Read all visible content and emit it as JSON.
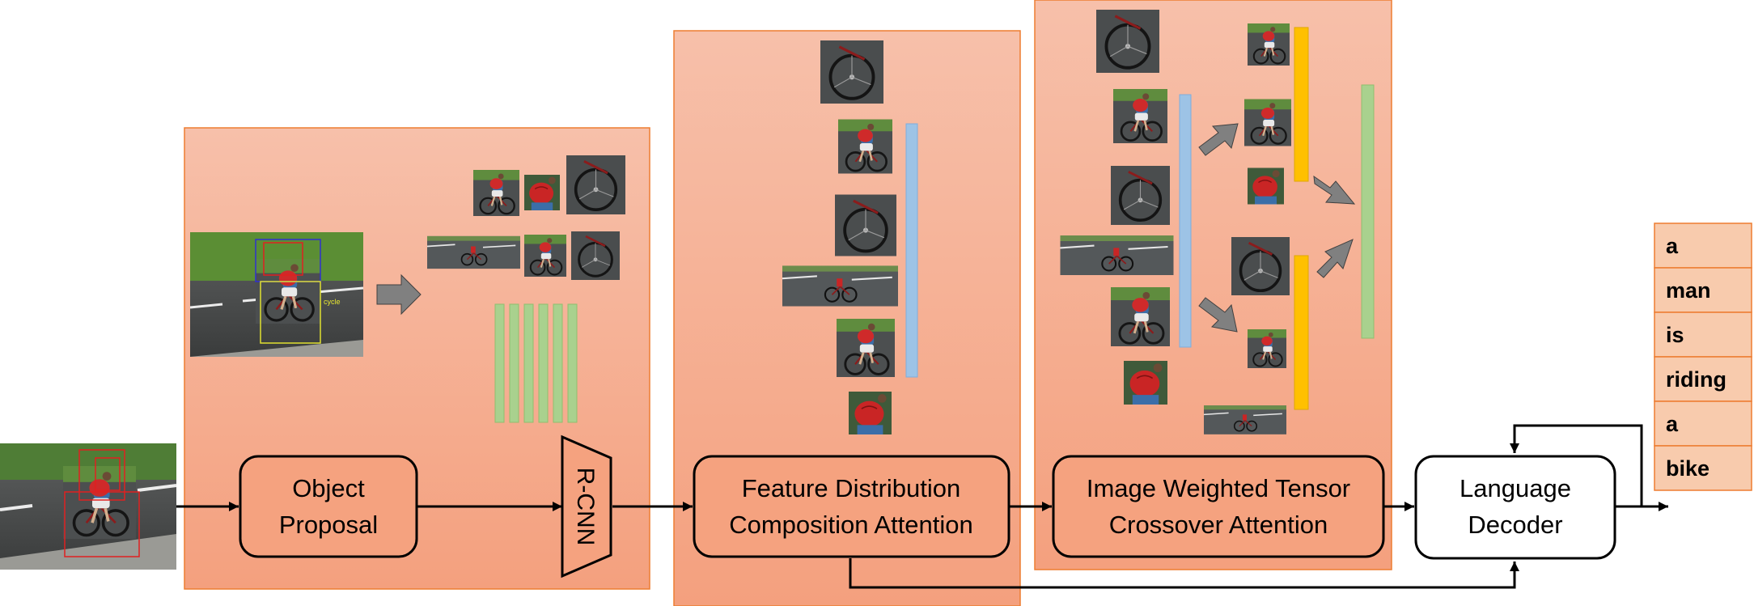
{
  "colors": {
    "panel_top": "#f7bfa8",
    "panel_bottom": "#f4a07e",
    "panel_border": "#ed7d31",
    "box_fill": "#f5a27f",
    "feature_green": "#a9d18e",
    "feature_blue": "#9dc3e6",
    "feature_yellow": "#ffc000",
    "arrow_gray": "#7f7f7f",
    "word_fill": "#f8cbad"
  },
  "modules": {
    "object_proposal": {
      "line1": "Object",
      "line2": "Proposal"
    },
    "rcnn": {
      "label": "R-CNN"
    },
    "fdca": {
      "line1": "Feature Distribution",
      "line2": "Composition Attention"
    },
    "iwtca": {
      "line1": "Image Weighted Tensor",
      "line2": "Crossover Attention"
    },
    "decoder": {
      "line1": "Language",
      "line2": "Decoder"
    }
  },
  "proposal_detection": {
    "class_label": "cycle"
  },
  "output_caption": {
    "words": [
      "a",
      "man",
      "is",
      "riding",
      "a",
      "bike"
    ]
  },
  "icons": {
    "input_image": "cyclist-photo",
    "crops": "cyclist-crop-thumbnails",
    "arrows": "block-arrow-icon"
  }
}
